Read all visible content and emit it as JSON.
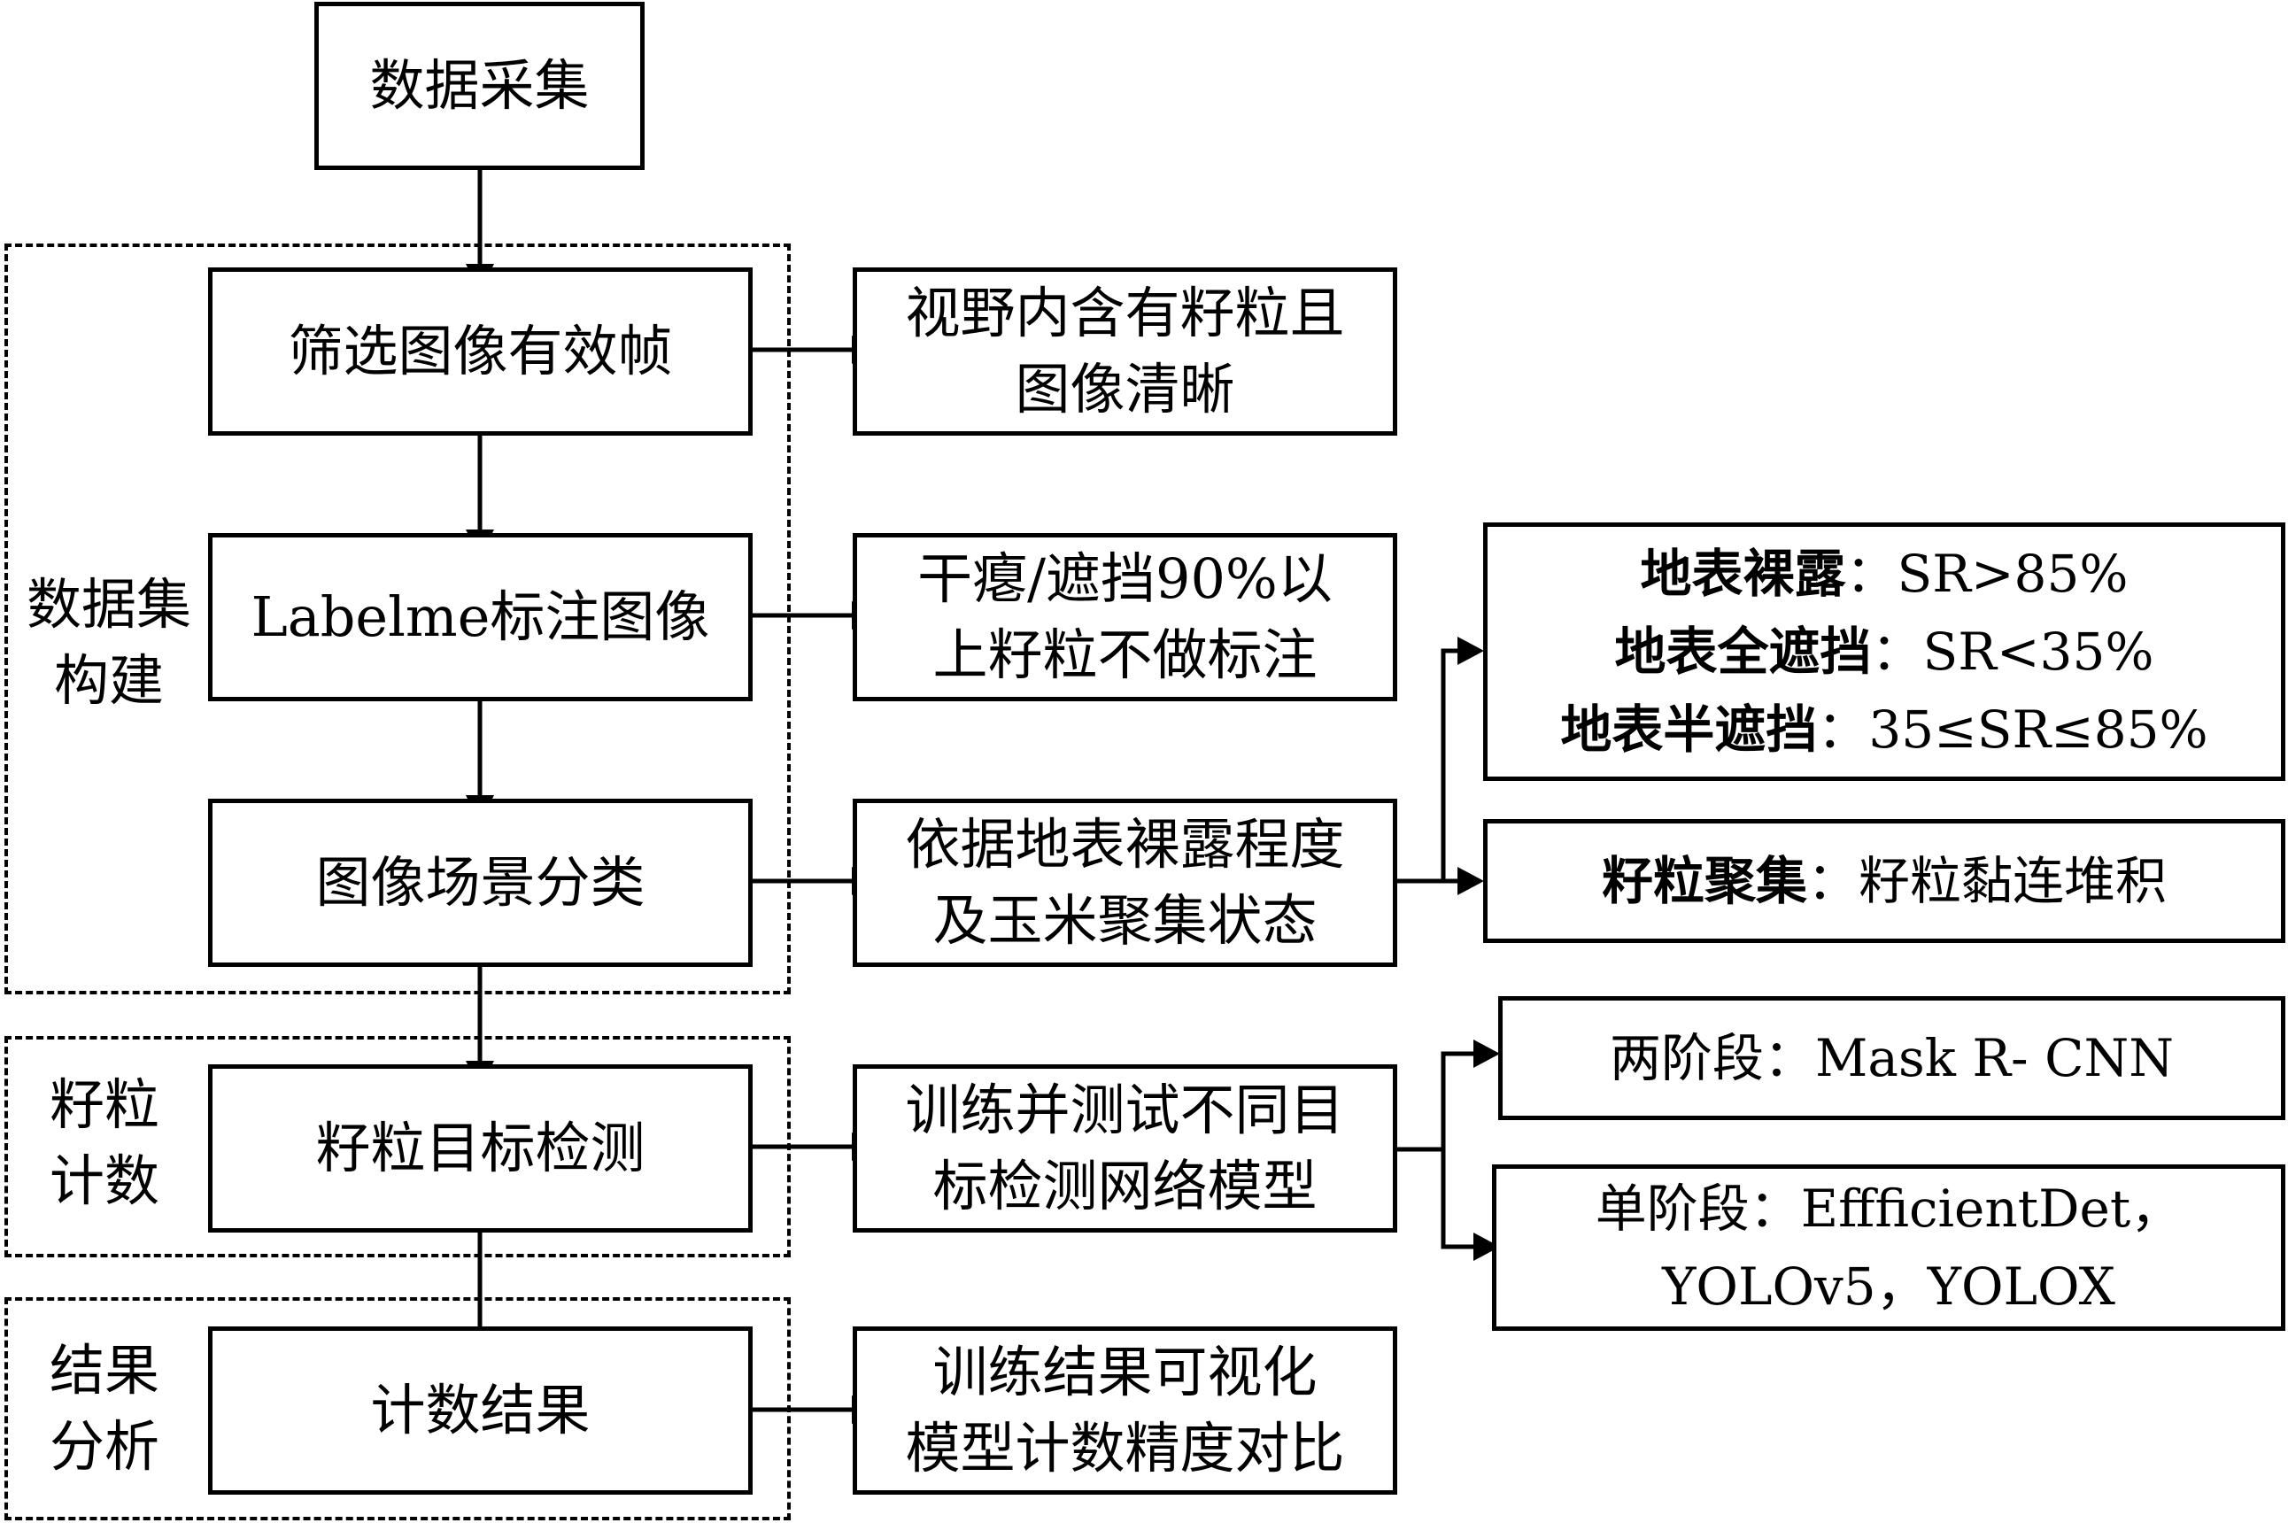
{
  "main_flow": {
    "step1": "数据采集",
    "step2": "筛选图像有效帧",
    "step3": "Labelme标注图像",
    "step4": "图像场景分类",
    "step5": "籽粒目标检测",
    "step6": "计数结果"
  },
  "groups": {
    "dataset": "数据集\n构建",
    "detection": "籽粒\n计数",
    "analysis": "结果\n分析"
  },
  "details": {
    "d2": "视野内含有籽粒且\n图像清晰",
    "d3": "干瘪/遮挡90%以\n上籽粒不做标注",
    "d4": "依据地表裸露程度\n及玉米聚集状态",
    "d5": "训练并测试不同目\n标检测网络模型",
    "d6": "训练结果可视化\n模型计数精度对比"
  },
  "scene_classes": {
    "exposed_label": "地表裸露",
    "exposed_value": "：SR>85%",
    "full_occlusion_label": "地表全遮挡",
    "full_occlusion_value": "：SR<35%",
    "half_occlusion_label": "地表半遮挡",
    "half_occlusion_value": "：35≤SR≤85%",
    "aggregation_label": "籽粒聚集",
    "aggregation_value": "：籽粒黏连堆积"
  },
  "models": {
    "two_stage": "两阶段：Mask R- CNN",
    "one_stage_line1": "单阶段：EffficientDet，",
    "one_stage_line2": "YOLOv5，YOLOX"
  }
}
